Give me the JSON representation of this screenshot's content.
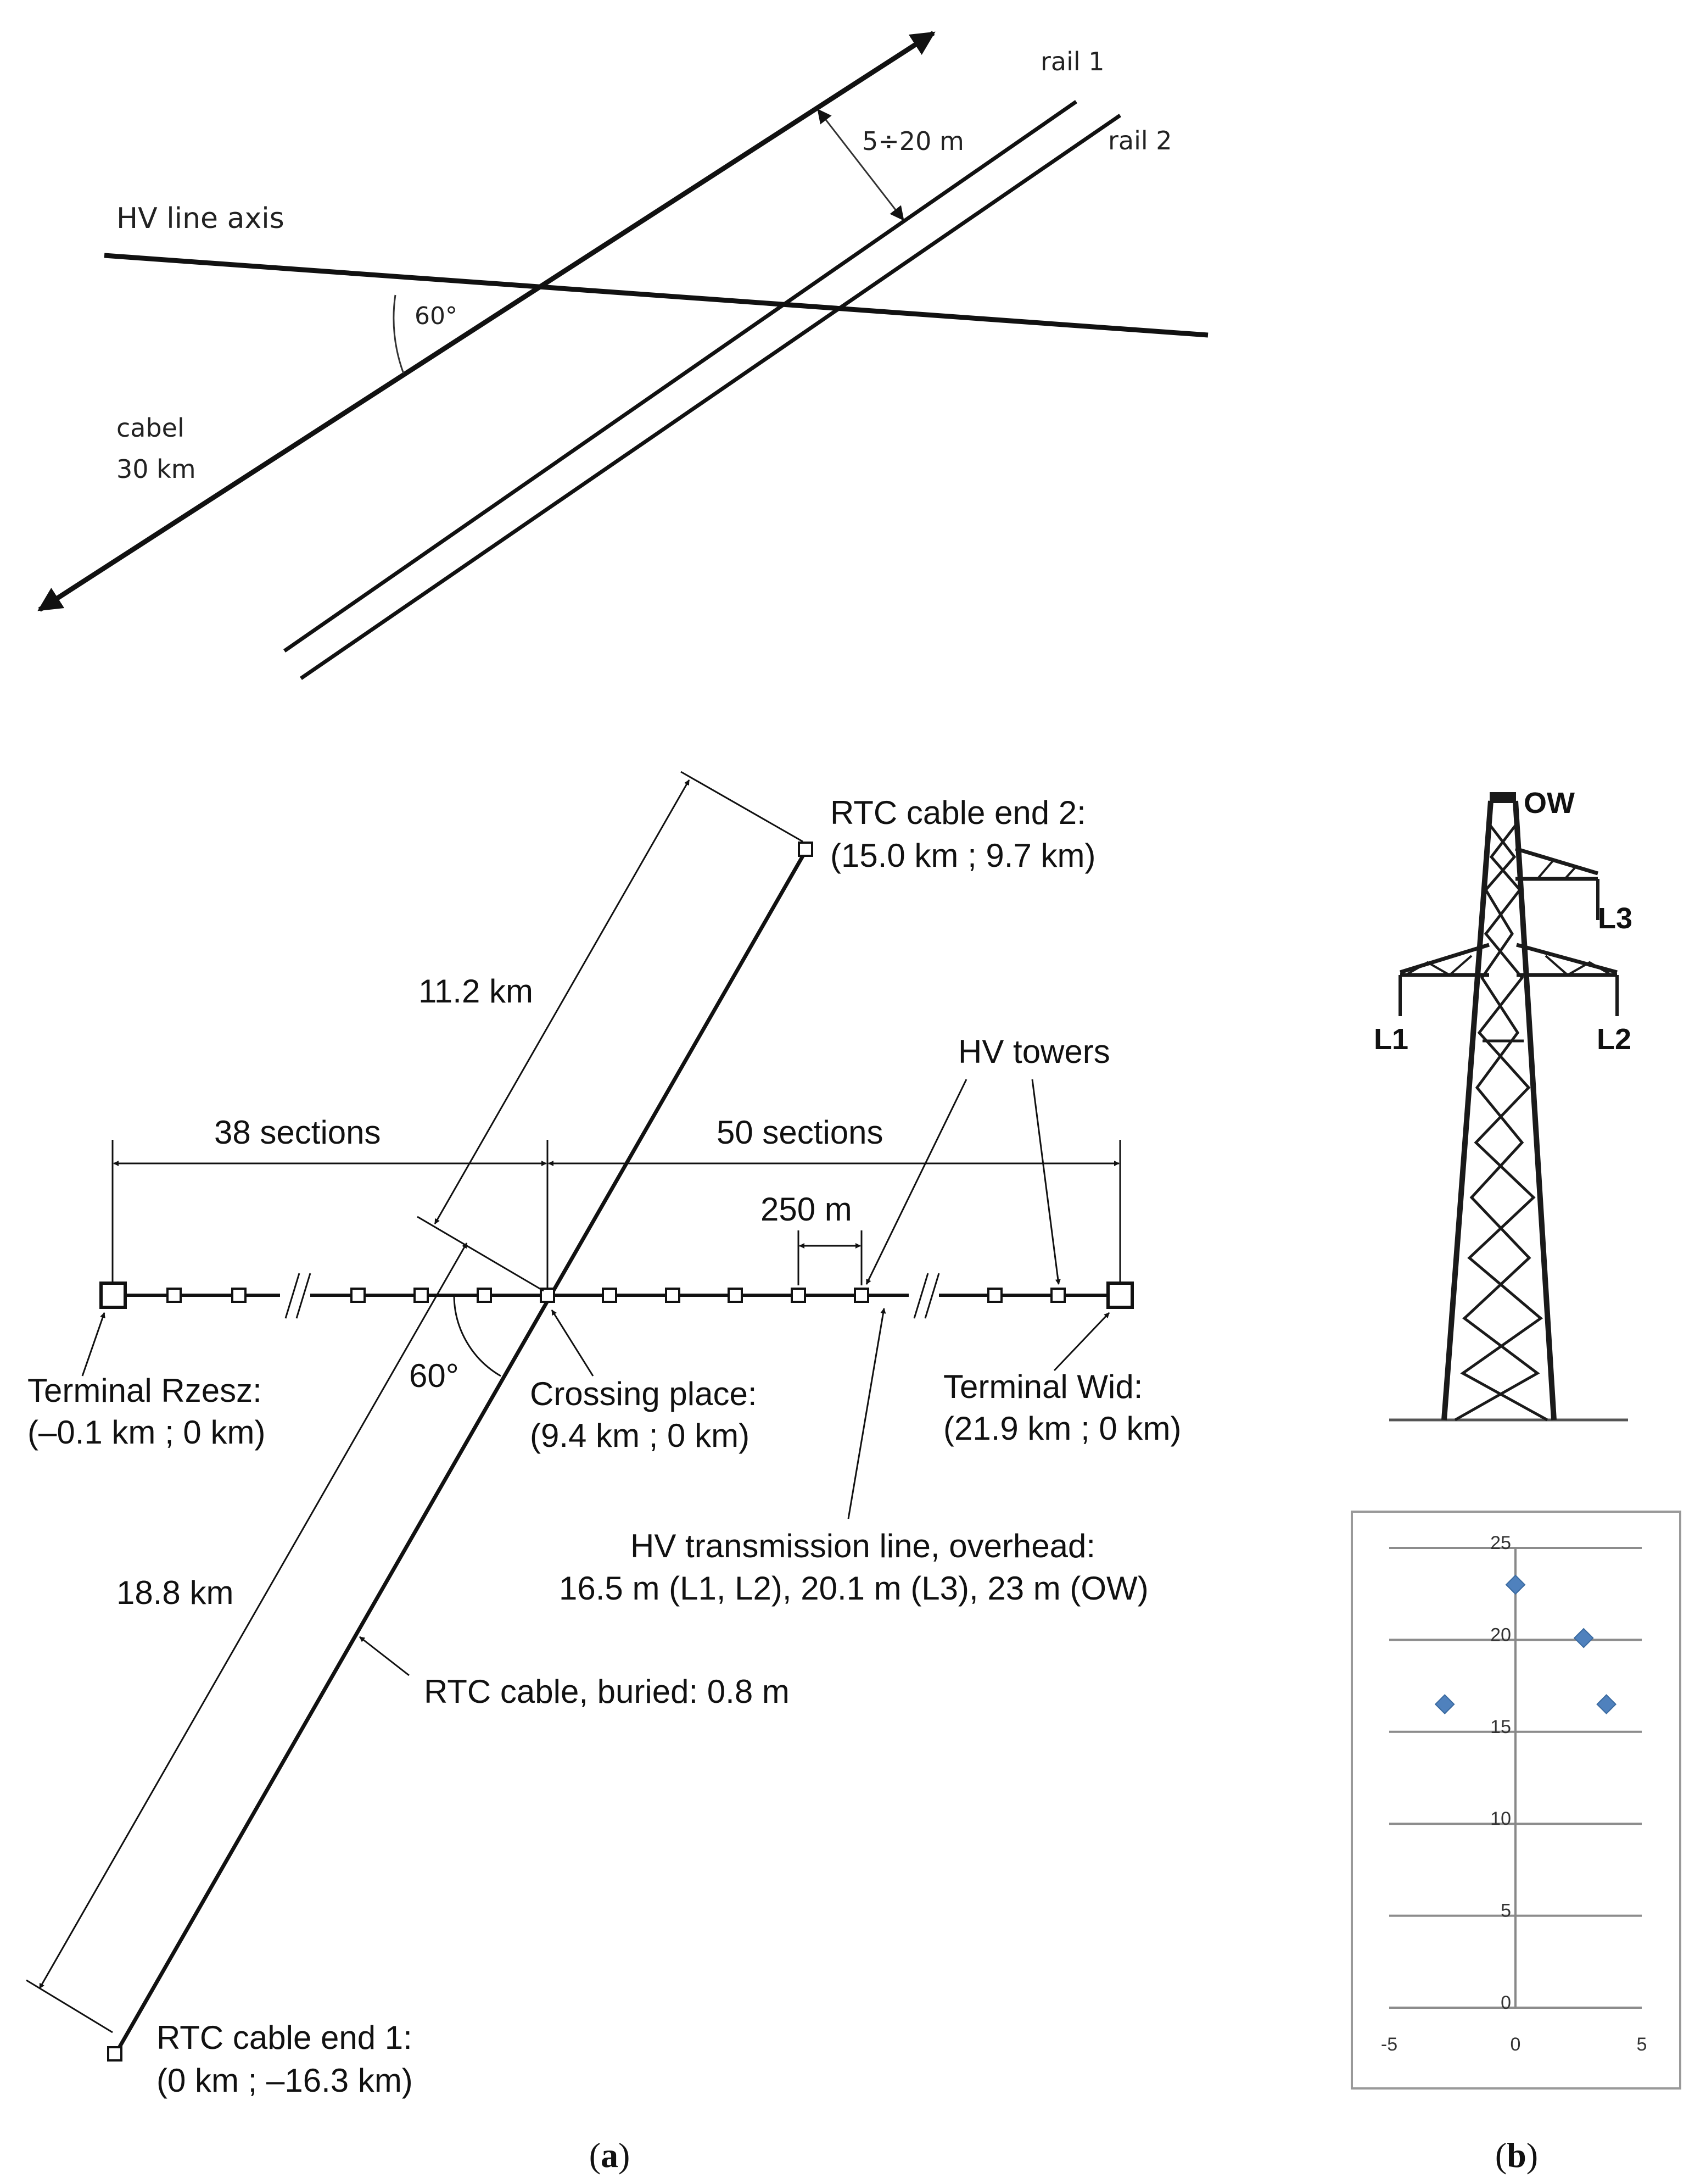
{
  "top_sketch": {
    "hv_line_axis": "HV line axis",
    "rail1": "rail 1",
    "rail2": "rail 2",
    "distance": "5÷20 m",
    "angle": "60°",
    "cable_line1": "cabel",
    "cable_line2": "30 km"
  },
  "panel_a": {
    "rtc_end2_line1": "RTC cable end 2:",
    "rtc_end2_line2": "(15.0 km ; 9.7 km)",
    "dim_11_2": "11.2 km",
    "hv_towers": "HV towers",
    "sections_38": "38 sections",
    "sections_50": "50 sections",
    "span_250": "250 m",
    "angle_60": "60°",
    "term_rzesz_line1": "Terminal Rzesz:",
    "term_rzesz_line2": "(–0.1 km ; 0 km)",
    "crossing_line1": "Crossing place:",
    "crossing_line2": "(9.4 km ; 0 km)",
    "term_wid_line1": "Terminal Wid:",
    "term_wid_line2": "(21.9 km ; 0 km)",
    "hv_line_line1": "HV transmission line, overhead:",
    "hv_line_line2": "16.5 m (L1, L2), 20.1 m (L3), 23 m (OW)",
    "dim_18_8": "18.8 km",
    "rtc_buried": "RTC cable, buried: 0.8 m",
    "rtc_end1_line1": "RTC cable end 1:",
    "rtc_end1_line2": "(0 km ; –16.3 km)",
    "caption_pre": "(",
    "caption_letter": "a",
    "caption_post": ")"
  },
  "panel_b": {
    "ow": "OW",
    "l1": "L1",
    "l2": "L2",
    "l3": "L3",
    "caption_pre": "(",
    "caption_letter": "b",
    "caption_post": ")"
  },
  "chart_data": {
    "type": "scatter",
    "x": [
      -2.8,
      3.6,
      2.7,
      0
    ],
    "y": [
      16.5,
      16.5,
      20.1,
      23
    ],
    "xlim": [
      -5,
      5
    ],
    "ylim": [
      0,
      25
    ],
    "xticks": [
      -5,
      0,
      5
    ],
    "yticks": [
      0,
      5,
      10,
      15,
      20,
      25
    ],
    "xtick_labels": [
      "-5",
      "0",
      "5"
    ],
    "ytick_labels": [
      "0",
      "5",
      "10",
      "15",
      "20",
      "25"
    ],
    "grid": "horizontal",
    "marker": "diamond",
    "color": "#4f81bd",
    "title": "",
    "xlabel": "",
    "ylabel": ""
  }
}
